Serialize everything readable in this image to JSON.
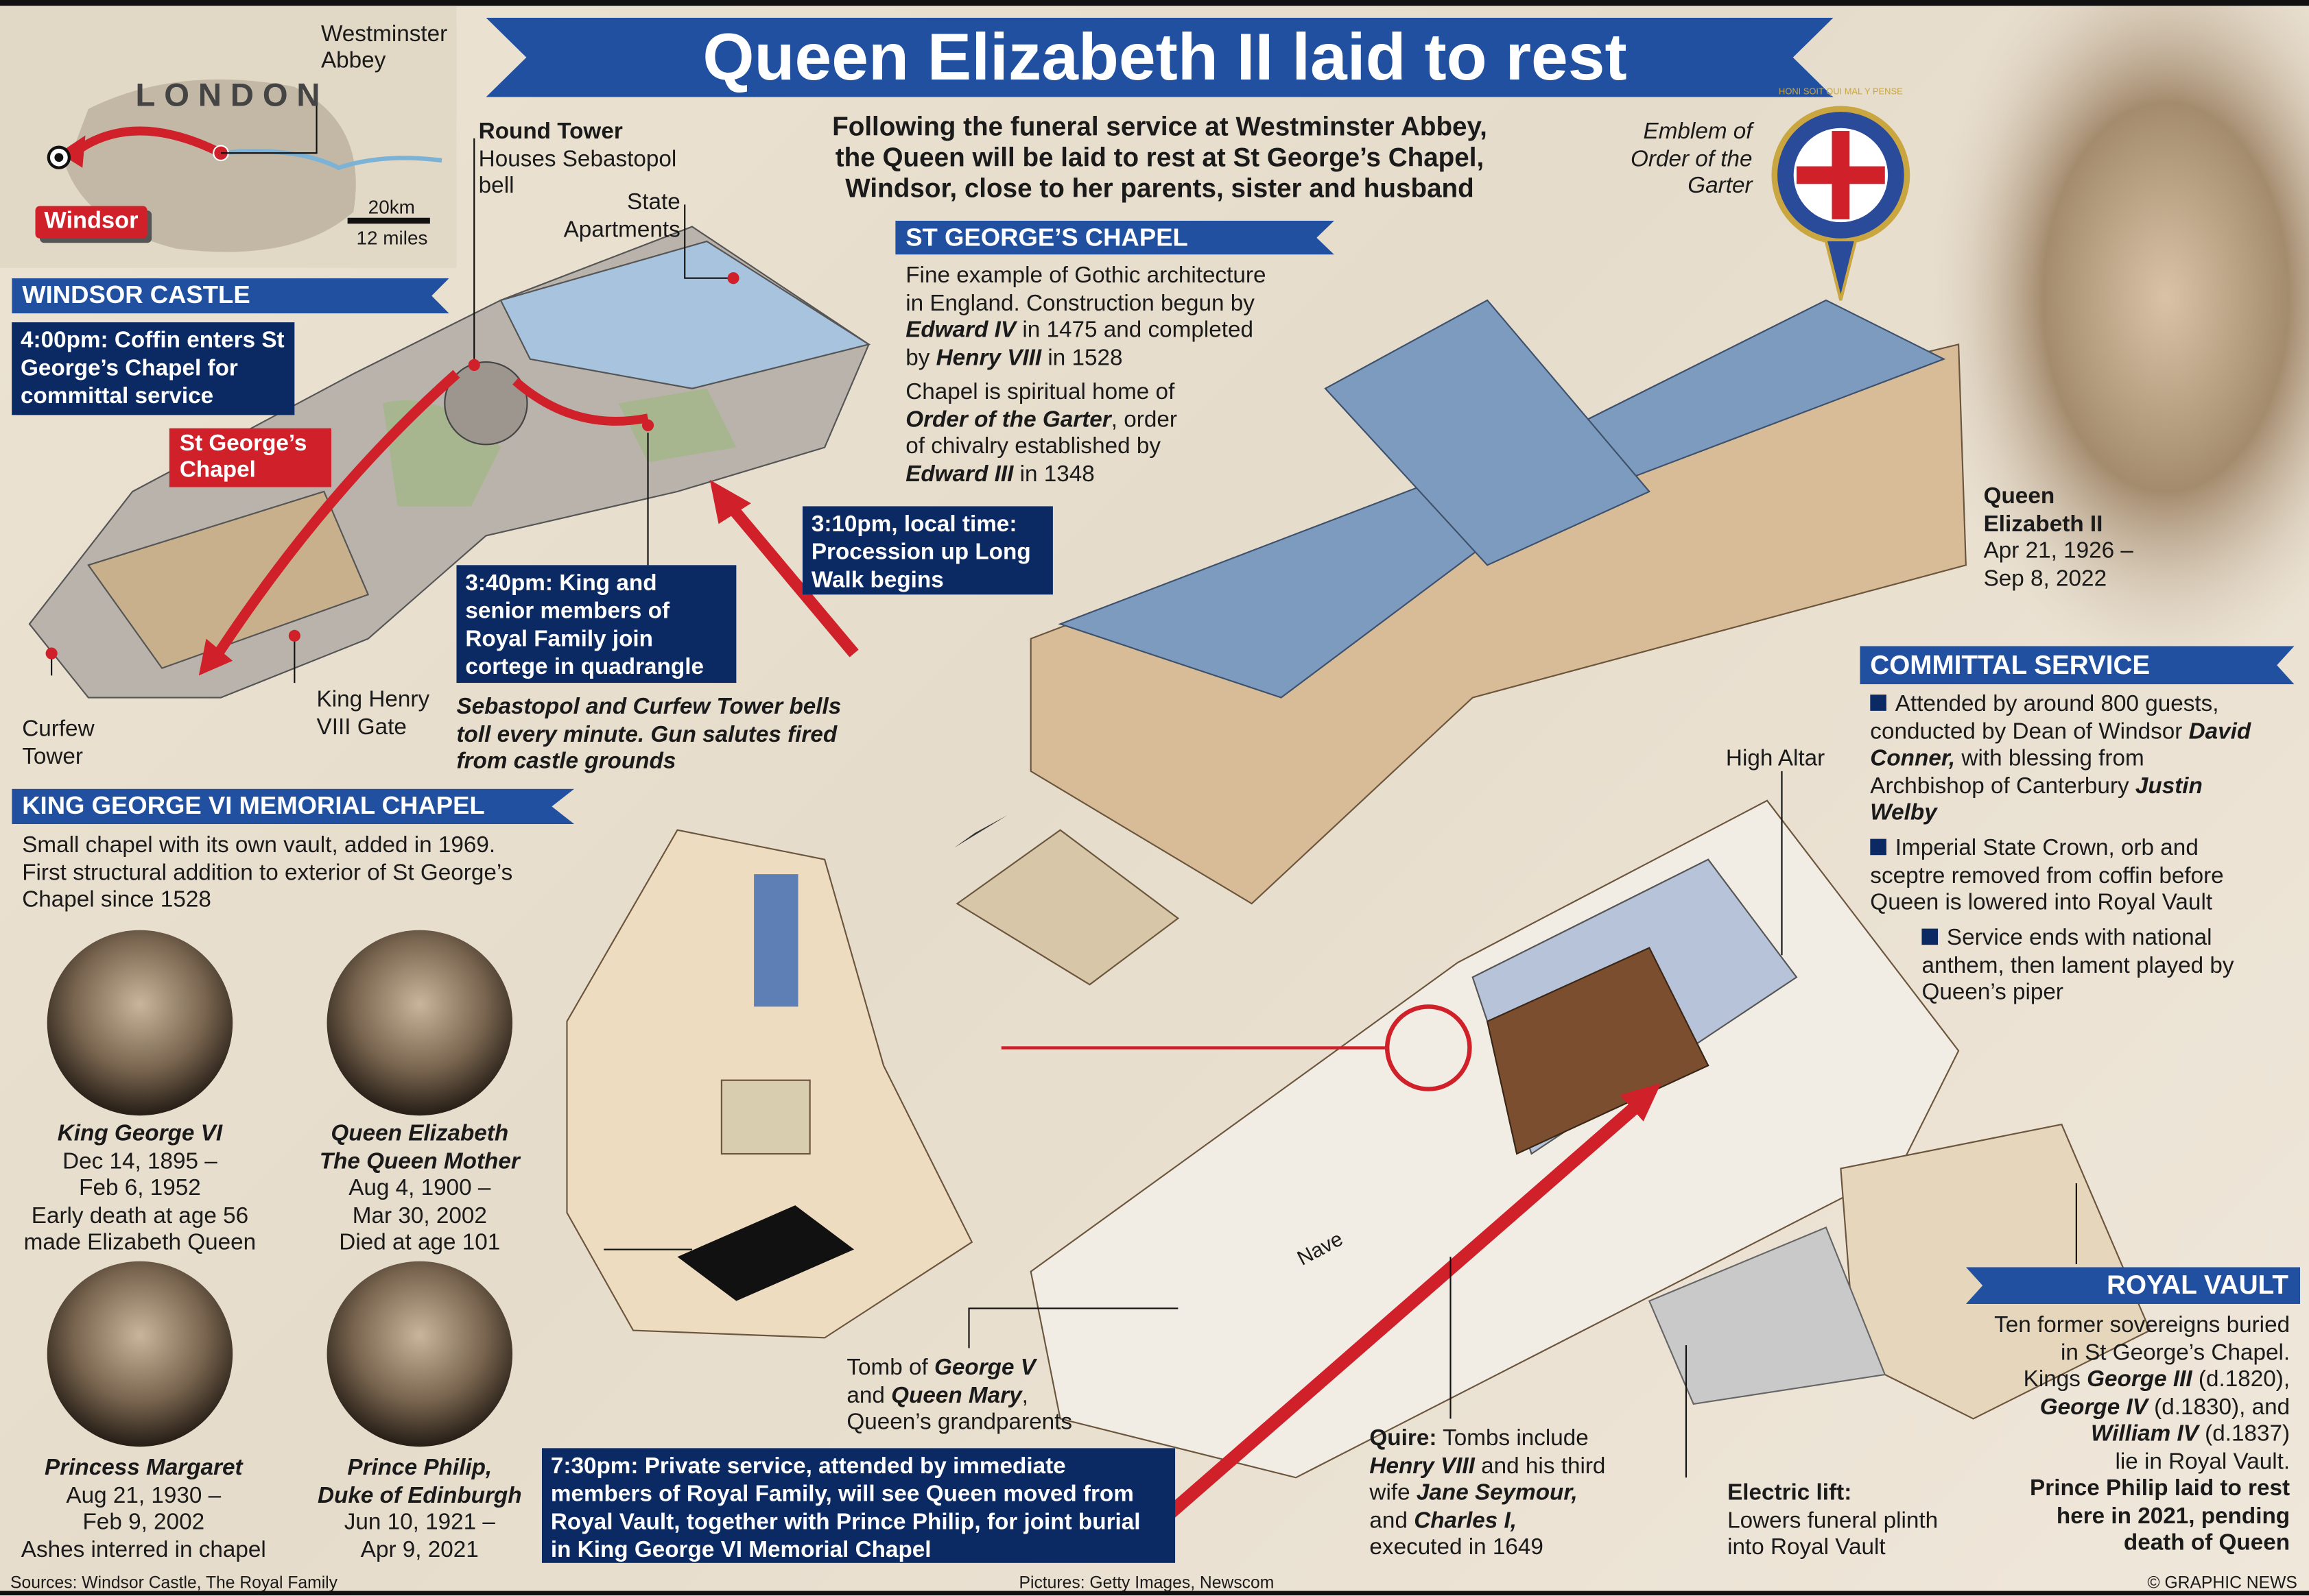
{
  "title": "Queen Elizabeth II laid to rest",
  "subtitle": [
    "Following the funeral service at Westminster Abbey,",
    "the Queen will be laid to rest at St George’s Chapel,",
    "Windsor, close to her parents, sister and husband"
  ],
  "map": {
    "city": "LONDON",
    "origin": "Westminster Abbey",
    "destination": "Windsor",
    "scale_km": "20km",
    "scale_miles": "12 miles"
  },
  "castle": {
    "banner": "WINDSOR CASTLE",
    "coffin_box": "4:00pm: Coffin enters St George’s Chapel for committal service",
    "chapel_label": "St George’s Chapel",
    "round_tower_title": "Round Tower",
    "round_tower_text": "Houses Sebastopol bell",
    "state_apartments": "State Apartments",
    "king_box": "3:40pm: King and senior members of Royal Family join cortege in quadrangle",
    "procession_box": "3:10pm, local time: Procession up Long Walk begins",
    "bells_note": "Sebastopol and Curfew Tower bells toll every minute. Gun salutes fired from castle grounds",
    "curfew_tower": "Curfew Tower",
    "gate": "King Henry VIII Gate"
  },
  "chapel": {
    "banner": "ST GEORGE’S CHAPEL",
    "p1": [
      "Fine example of Gothic architecture",
      "in England. Construction begun by"
    ],
    "p1_b1": "Edward IV",
    "p1_t1": " in 1475 and completed",
    "p1_t2": "by ",
    "p1_b2": "Henry VIII",
    "p1_t3": " in 1528",
    "p2_1": "Chapel is spiritual home of",
    "p2_b1": "Order of the Garter",
    "p2_t1": ", order",
    "p2_2": "of chivalry established by",
    "p2_b2": "Edward III",
    "p2_t2": " in 1348",
    "emblem_label": "Emblem of Order of the Garter",
    "emblem_motto": "HONI SOIT QUI MAL Y PENSE",
    "high_altar": "High Altar",
    "nave": "Nave"
  },
  "queen": {
    "name": "Queen Elizabeth II",
    "dates": "Apr 21, 1926 – Sep 8, 2022"
  },
  "committal": {
    "banner": "COMMITTAL SERVICE",
    "b1_a": "Attended by around 800 guests, conducted by Dean of Windsor ",
    "b1_name1": "David Conner,",
    "b1_b": " with blessing from Archbishop of Canterbury ",
    "b1_name2": "Justin Welby",
    "b2": "Imperial State Crown, orb and sceptre removed from coffin before Queen is lowered into Royal Vault",
    "b3": "Service ends with national anthem, then lament played by Queen’s piper"
  },
  "memorial": {
    "banner": "KING GEORGE VI MEMORIAL CHAPEL",
    "text": "Small chapel with its own vault, added in 1969. First structural addition to exterior of St George’s Chapel since 1528",
    "people": [
      {
        "name": "King George VI",
        "name2": "",
        "l1": "Dec 14, 1895 –",
        "l2": "Feb 6, 1952",
        "l3": "Early death at age 56",
        "l4": "made Elizabeth Queen"
      },
      {
        "name": "Queen Elizabeth",
        "name2": "The Queen Mother",
        "l1": "Aug 4, 1900 –",
        "l2": "Mar 30, 2002",
        "l3": "Died at age 101",
        "l4": ""
      },
      {
        "name": "Princess Margaret",
        "name2": "",
        "l1": "Aug 21, 1930 –",
        "l2": "Feb 9, 2002",
        "l3": "Ashes interred in chapel",
        "l4": ""
      },
      {
        "name": "Prince Philip,",
        "name2": "Duke of Edinburgh",
        "l1": "Jun 10, 1921 –",
        "l2": "Apr 9, 2021",
        "l3": "",
        "l4": ""
      }
    ]
  },
  "tomb": {
    "a": "Tomb of ",
    "b": "George V",
    "c": "and ",
    "d": "Queen Mary",
    "e": ",",
    "f": "Queen’s grandparents"
  },
  "private_box": "7:30pm: Private service, attended by immediate members of Royal Family, will see Queen moved from Royal Vault, together with Prince Philip, for joint burial in King George VI Memorial Chapel",
  "quire": {
    "title": "Quire:",
    "a": " Tombs include",
    "b": "Henry VIII",
    "c": " and his third",
    "d": "wife ",
    "e": "Jane Seymour,",
    "f": "and ",
    "g": "Charles I,",
    "h": "executed in 1649"
  },
  "lift": {
    "title": "Electric lift:",
    "text": "Lowers funeral plinth into Royal Vault"
  },
  "vault": {
    "banner": "ROYAL VAULT",
    "l1": "Ten former sovereigns buried",
    "l2": "in St George’s Chapel.",
    "l3a": "Kings ",
    "l3b": "George III",
    "l3c": " (d.1820),",
    "l4b": "George IV",
    "l4c": " (d.1830), and",
    "l5b": "William IV",
    "l5c": " (d.1837)",
    "l6": "lie in Royal Vault.",
    "bold": [
      "Prince Philip laid to rest",
      "here in 2021, pending",
      "death of Queen"
    ]
  },
  "footer": {
    "sources": "Sources: Windsor Castle, The Royal Family",
    "pictures": "Pictures: Getty Images, Newscom",
    "credit": "© GRAPHIC NEWS"
  },
  "colors": {
    "navy": "#0b2a64",
    "banner_blue": "#2150a0",
    "red": "#d0202a",
    "bg": "#e8dfcf"
  }
}
